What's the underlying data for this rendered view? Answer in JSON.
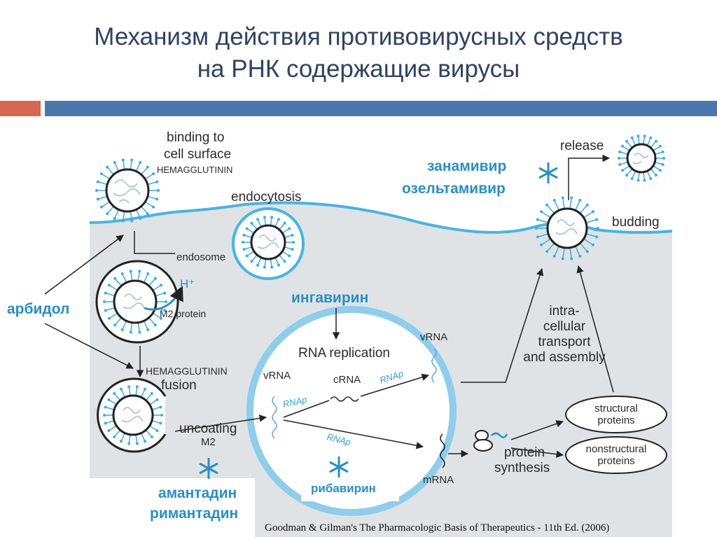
{
  "title": {
    "line1": "Механизм действия противовирусных средств",
    "line2": "на РНК содержащие вирусы"
  },
  "colors": {
    "title": "#2f4260",
    "accent_red": "#d4674e",
    "accent_blue": "#4d76ad",
    "cell_bg": "#dfe3e6",
    "membrane": "#4ab4e0",
    "drug_text": "#2a8fc0"
  },
  "diagram": {
    "labels": {
      "binding": [
        "binding  to",
        "cell surface"
      ],
      "hemagglutinin_top": "HEMAGGLUTININ",
      "endocytosis": "endocytosis",
      "endosome": "endosome",
      "h_plus": "H⁺",
      "m2_protein": "M2 protein",
      "hemagglutinin_fusion": [
        "HEMAGGLUTININ",
        "fusion"
      ],
      "uncoating": "uncoating",
      "m2": "M2",
      "rna_replication": "RNA replication",
      "vrna_left": "vRNA",
      "crna": "cRNA",
      "rnap_1": "RNAp",
      "rnap_2": "RNAp",
      "rnap_3": "RNAp",
      "vrna_right": "vRNA",
      "mrna": "mRNA",
      "protein_synthesis": [
        "protein",
        "synthesis"
      ],
      "structural_proteins": [
        "structural",
        "proteins"
      ],
      "nonstructural_proteins": [
        "nonstructural",
        "proteins"
      ],
      "transport": [
        "intra-",
        "cellular",
        "transport",
        "and assembly"
      ],
      "budding": "budding",
      "release": "release"
    },
    "drugs": {
      "arbidol": "арбидол",
      "ingavirin": "ингавирин",
      "zanamivir": "занамивир",
      "oseltamivir": "озельтамивир",
      "amantadine": "амантадин",
      "rimantadine": "римантадин",
      "ribavirin": "рибавирин"
    },
    "source": "Goodman & Gilman's The Pharmacologic Basis of Therapeutics - 11th Ed. (2006)"
  }
}
